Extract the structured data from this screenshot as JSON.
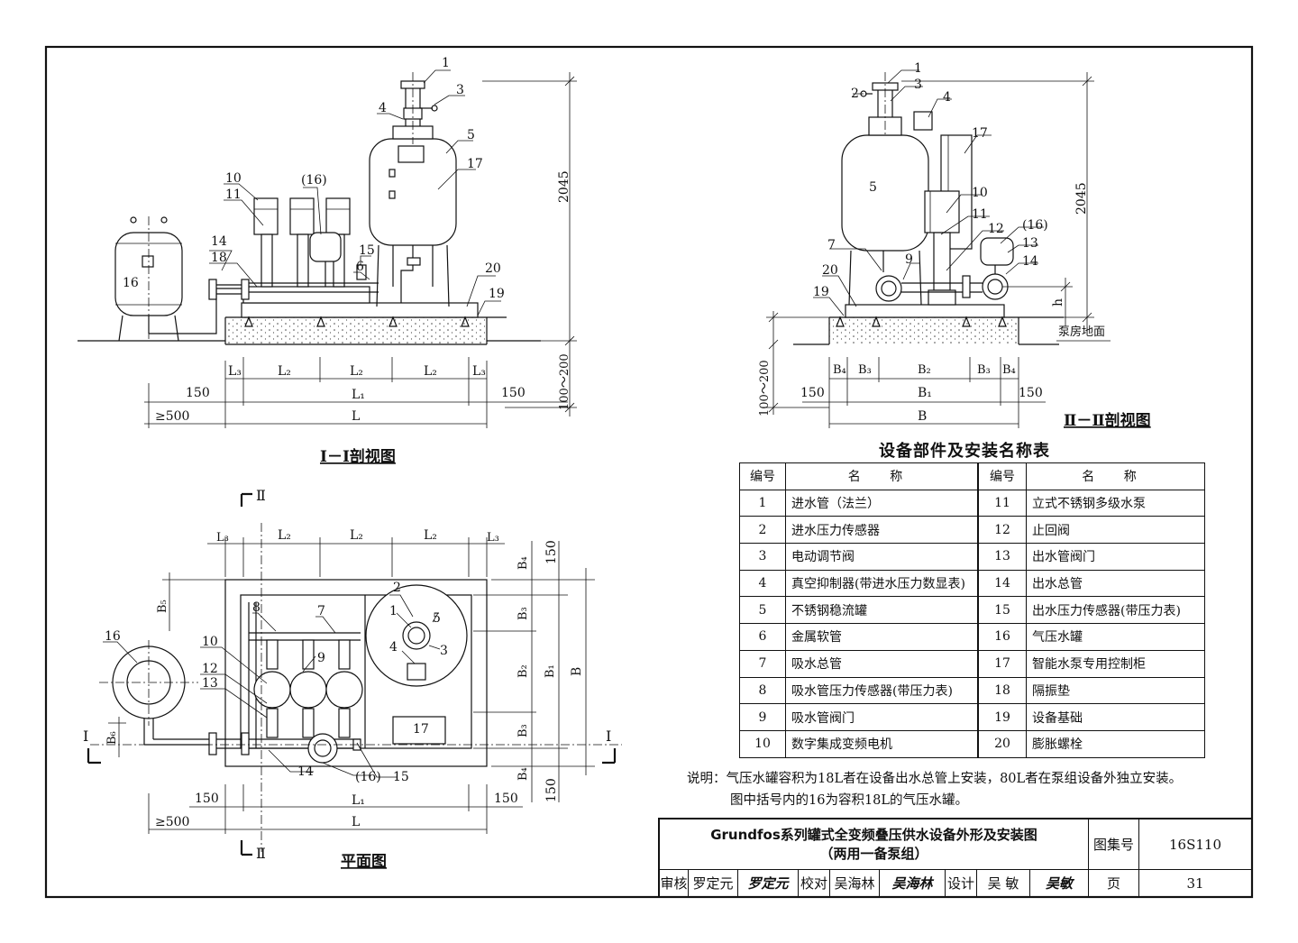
{
  "views": {
    "section1": {
      "title": "Ⅰ－Ⅰ剖视图",
      "height_label": "2045",
      "base_label": "100～200",
      "dim_top": [
        "L₃",
        "L₂",
        "L₂",
        "L₂",
        "L₃"
      ],
      "dim_mid": [
        "150",
        "L₁",
        "150"
      ],
      "dim_bottom": [
        "≥500",
        "L"
      ],
      "callouts": [
        "1",
        "3",
        "4",
        "5",
        "17",
        "10",
        "11",
        "(16)",
        "16",
        "14",
        "18",
        "15",
        "6",
        "20",
        "19"
      ]
    },
    "section2": {
      "title": "Ⅱ－Ⅱ剖视图",
      "height_label": "2045",
      "base_label": "100～200",
      "h_label": "h",
      "floor_label": "泵房地面",
      "dim_top": [
        "B₄",
        "B₃",
        "B₂",
        "B₃",
        "B₄"
      ],
      "dim_mid": [
        "150",
        "B₁",
        "150"
      ],
      "dim_bottom": [
        "B"
      ],
      "callouts": [
        "2",
        "1",
        "3",
        "4",
        "17",
        "5",
        "10",
        "11",
        "12",
        "(16)",
        "13",
        "14",
        "7",
        "9",
        "20",
        "19"
      ]
    },
    "plan": {
      "title": "平面图",
      "section_mark_top": "Ⅱ",
      "section_mark_bottom": "Ⅱ",
      "section_mark_left": "Ⅰ",
      "section_mark_right": "Ⅰ",
      "dim_top": [
        "L₃",
        "L₂",
        "L₂",
        "L₂",
        "L₃"
      ],
      "dim_right": [
        "150",
        "B₄",
        "B₃",
        "B₂",
        "B₃",
        "B₄",
        "150"
      ],
      "dim_right_outer": [
        "B₁",
        "B"
      ],
      "dim_left": [
        "B₅",
        "B₆"
      ],
      "dim_mid": [
        "150",
        "L₁",
        "150"
      ],
      "dim_bottom": [
        "≥500",
        "L"
      ],
      "callouts": [
        "16",
        "10",
        "12",
        "13",
        "8",
        "7",
        "9",
        "2",
        "1",
        "5",
        "4",
        "3",
        "17",
        "14",
        "(16)",
        "15"
      ]
    }
  },
  "legend": {
    "title": "设备部件及安装名称表",
    "header": {
      "no": "编号",
      "name": "名  称"
    },
    "rows": [
      {
        "n1": "1",
        "a1": "进水管（法兰）",
        "n2": "11",
        "a2": "立式不锈钢多级水泵"
      },
      {
        "n1": "2",
        "a1": "进水压力传感器",
        "n2": "12",
        "a2": "止回阀"
      },
      {
        "n1": "3",
        "a1": "电动调节阀",
        "n2": "13",
        "a2": "出水管阀门"
      },
      {
        "n1": "4",
        "a1": "真空抑制器(带进水压力数显表)",
        "n2": "14",
        "a2": "出水总管"
      },
      {
        "n1": "5",
        "a1": "不锈钢稳流罐",
        "n2": "15",
        "a2": "出水压力传感器(带压力表)"
      },
      {
        "n1": "6",
        "a1": "金属软管",
        "n2": "16",
        "a2": "气压水罐"
      },
      {
        "n1": "7",
        "a1": "吸水总管",
        "n2": "17",
        "a2": "智能水泵专用控制柜"
      },
      {
        "n1": "8",
        "a1": "吸水管压力传感器(带压力表)",
        "n2": "18",
        "a2": "隔振垫"
      },
      {
        "n1": "9",
        "a1": "吸水管阀门",
        "n2": "19",
        "a2": "设备基础"
      },
      {
        "n1": "10",
        "a1": "数字集成变频电机",
        "n2": "20",
        "a2": "膨胀螺栓"
      }
    ]
  },
  "note": {
    "line1": "说明：气压水罐容积为18L者在设备出水总管上安装，80L者在泵组设备外独立安装。",
    "line2": "图中括号内的16为容积18L的气压水罐。"
  },
  "titleblock": {
    "title_line1": "Grundfos系列罐式全变频叠压供水设备外形及安装图",
    "title_line2": "（两用一备泵组）",
    "atlas_label": "图集号",
    "atlas_no": "16S110",
    "page_label": "页",
    "page_no": "31",
    "review_label": "审核",
    "review_name": "罗定元",
    "review_sign": "罗定元",
    "check_label": "校对",
    "check_name": "吴海林",
    "check_sign": "吴海林",
    "design_label": "设计",
    "design_name": "吴  敏",
    "design_sign": "吴敏"
  }
}
